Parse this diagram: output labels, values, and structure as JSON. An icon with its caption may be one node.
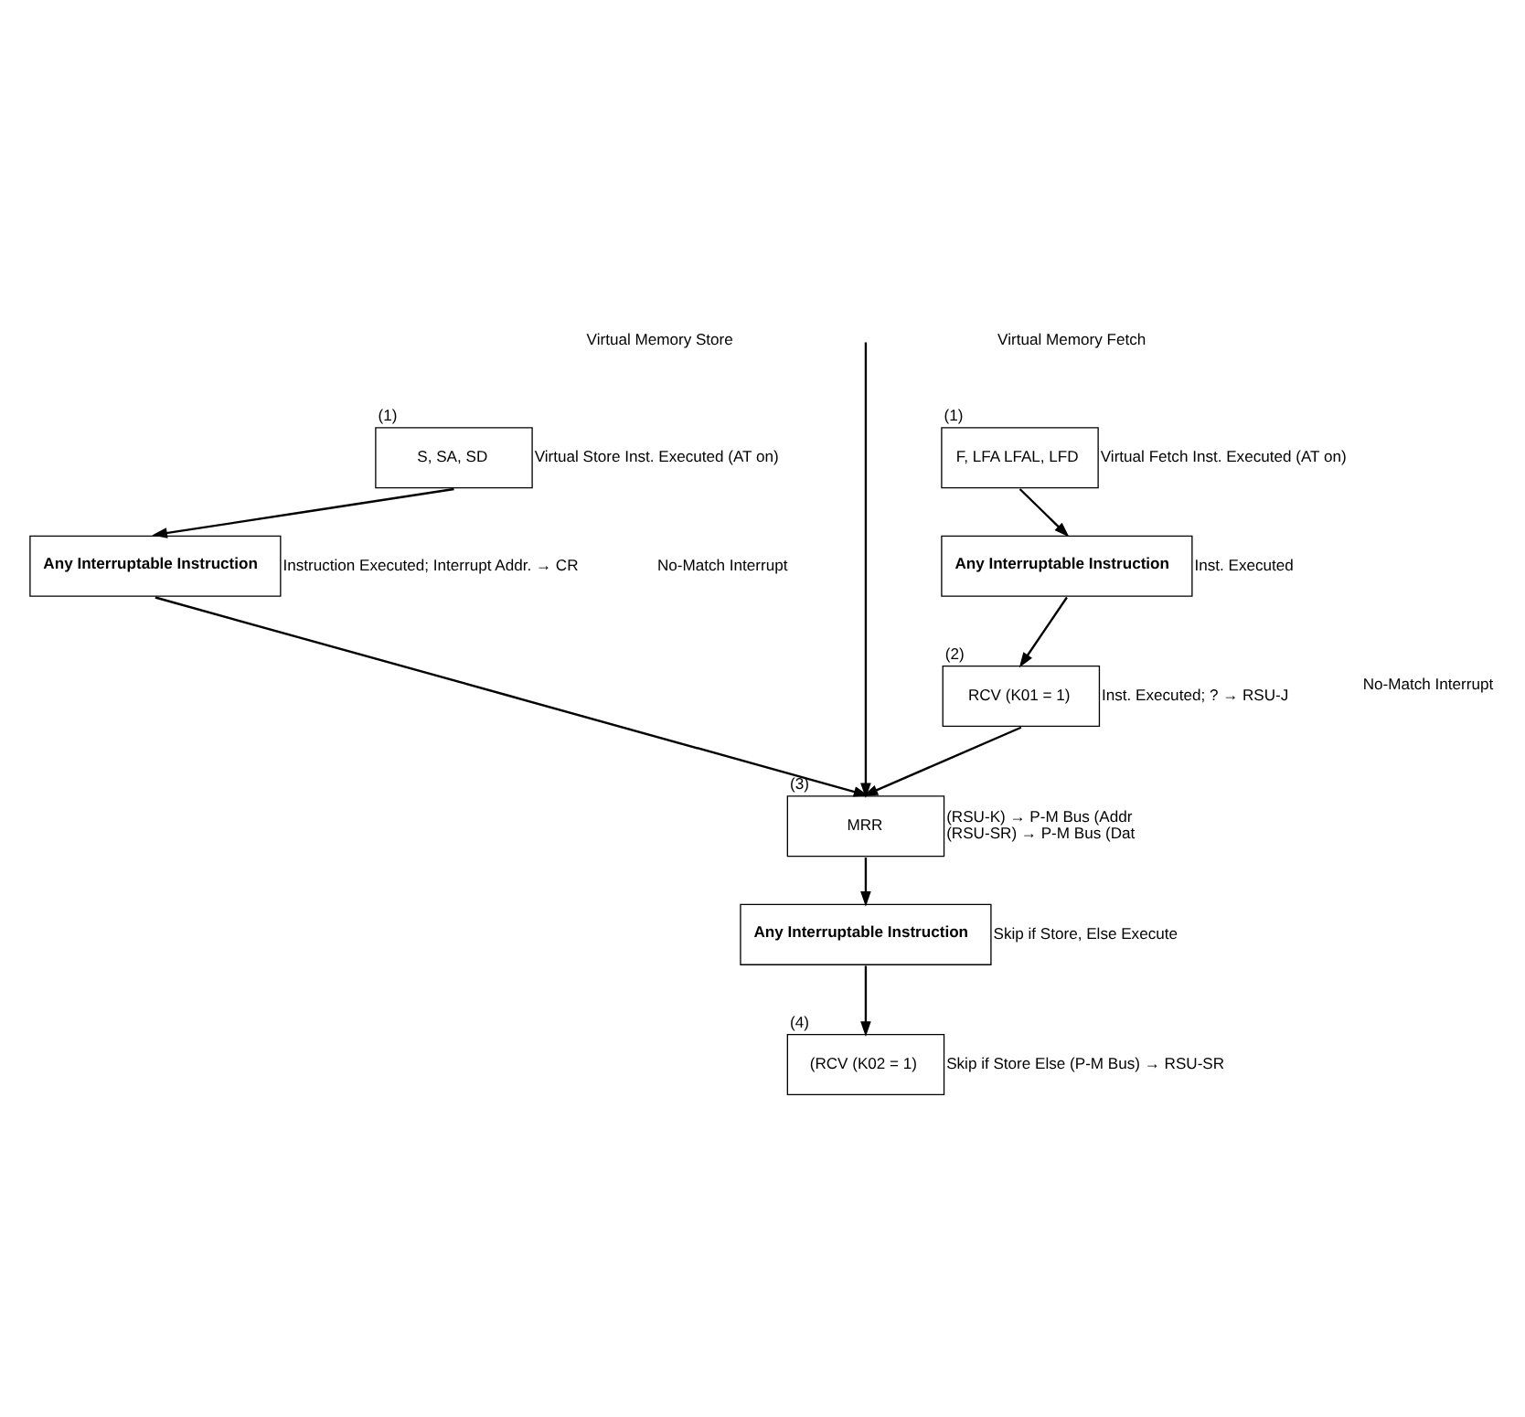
{
  "diagram": {
    "nodes": [
      {
        "text": [
          "S, SA, SD"
        ],
        "beside": [
          "(1)",
          "Virtual Store Inst. Executed (AT on)"
        ]
      },
      {
        "text": [
          "Any Interruptable Instruction"
        ],
        "beside": [
          "Instruction Executed; Interrupt Addr. → CR"
        ]
      },
      {
        "text": [
          "F, LFA LFAL, LFD"
        ],
        "beside": [
          "(1)",
          "Virtual Fetch Inst. Executed (AT on)"
        ]
      },
      {
        "text": [
          "Any Interruptable Instruction"
        ],
        "beside": [
          "Inst. Executed"
        ]
      },
      {
        "text": [
          "RCV (K01 = 1)"
        ],
        "beside": [
          "(2)",
          "Inst. Executed; ? → RSU-J"
        ]
      },
      {
        "text": [
          "MRR"
        ],
        "beside": [
          "(3)",
          "(RSU-K) → P-M Bus (Addr",
          "(RSU-SR) → P-M Bus (Dat"
        ]
      },
      {
        "text": [
          "Any Interruptable Instruction"
        ],
        "beside": [
          "Skip if Store, Else Execute"
        ]
      },
      {
        "text": [
          "(RCV (K02 = 1)"
        ],
        "beside": [
          "(4)",
          "Skip if Store Else (P-M Bus) → RSU-SR"
        ]
      }
    ],
    "edges": [
      {
        "from": 0,
        "to": 1,
        "arrow": "to"
      },
      {
        "from": 1,
        "to": 5,
        "arrow": "to"
      },
      {
        "from": 2,
        "to": 3,
        "arrow": "to"
      },
      {
        "from": 3,
        "to": 4,
        "arrow": "to"
      },
      {
        "from": 4,
        "to": 5,
        "arrow": "to"
      },
      {
        "from": null,
        "to": 5,
        "arrow": "to"
      },
      {
        "from": 5,
        "to": 6,
        "arrow": "to"
      },
      {
        "from": 6,
        "to": 7,
        "arrow": "to"
      }
    ],
    "labels": [
      "Virtual Memory Store",
      "Virtual Memory Fetch",
      "No-Match Interrupt",
      "No-Match Interrupt"
    ]
  }
}
